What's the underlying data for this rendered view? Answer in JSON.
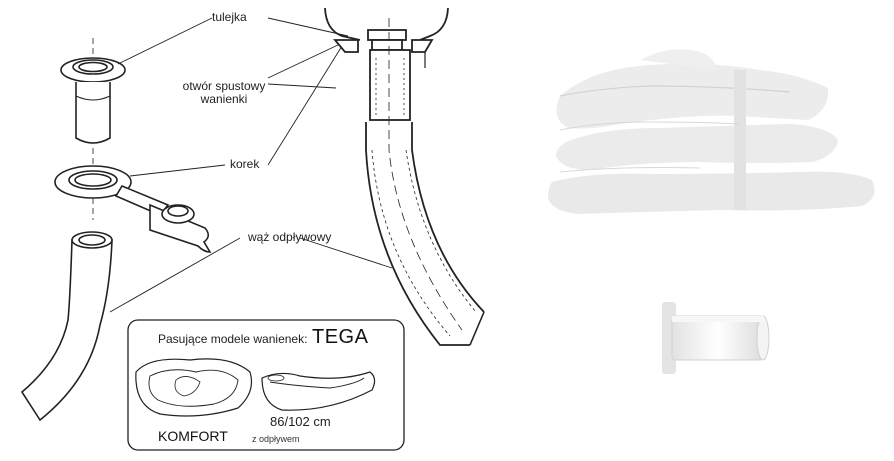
{
  "labels": {
    "tulejka": "tulejka",
    "otwor_line1": "otwór spustowy",
    "otwor_line2": "wanienki",
    "korek": "korek",
    "waz": "wąż odpływowy"
  },
  "models_box": {
    "title": "Pasujące modele wanienek:",
    "brand": "TEGA",
    "size": "86/102 cm",
    "model": "KOMFORT",
    "note": "z odpływem"
  },
  "colors": {
    "line": "#222222",
    "photo_item": "#ebebeb",
    "photo_shadow": "#d6d6d6"
  }
}
